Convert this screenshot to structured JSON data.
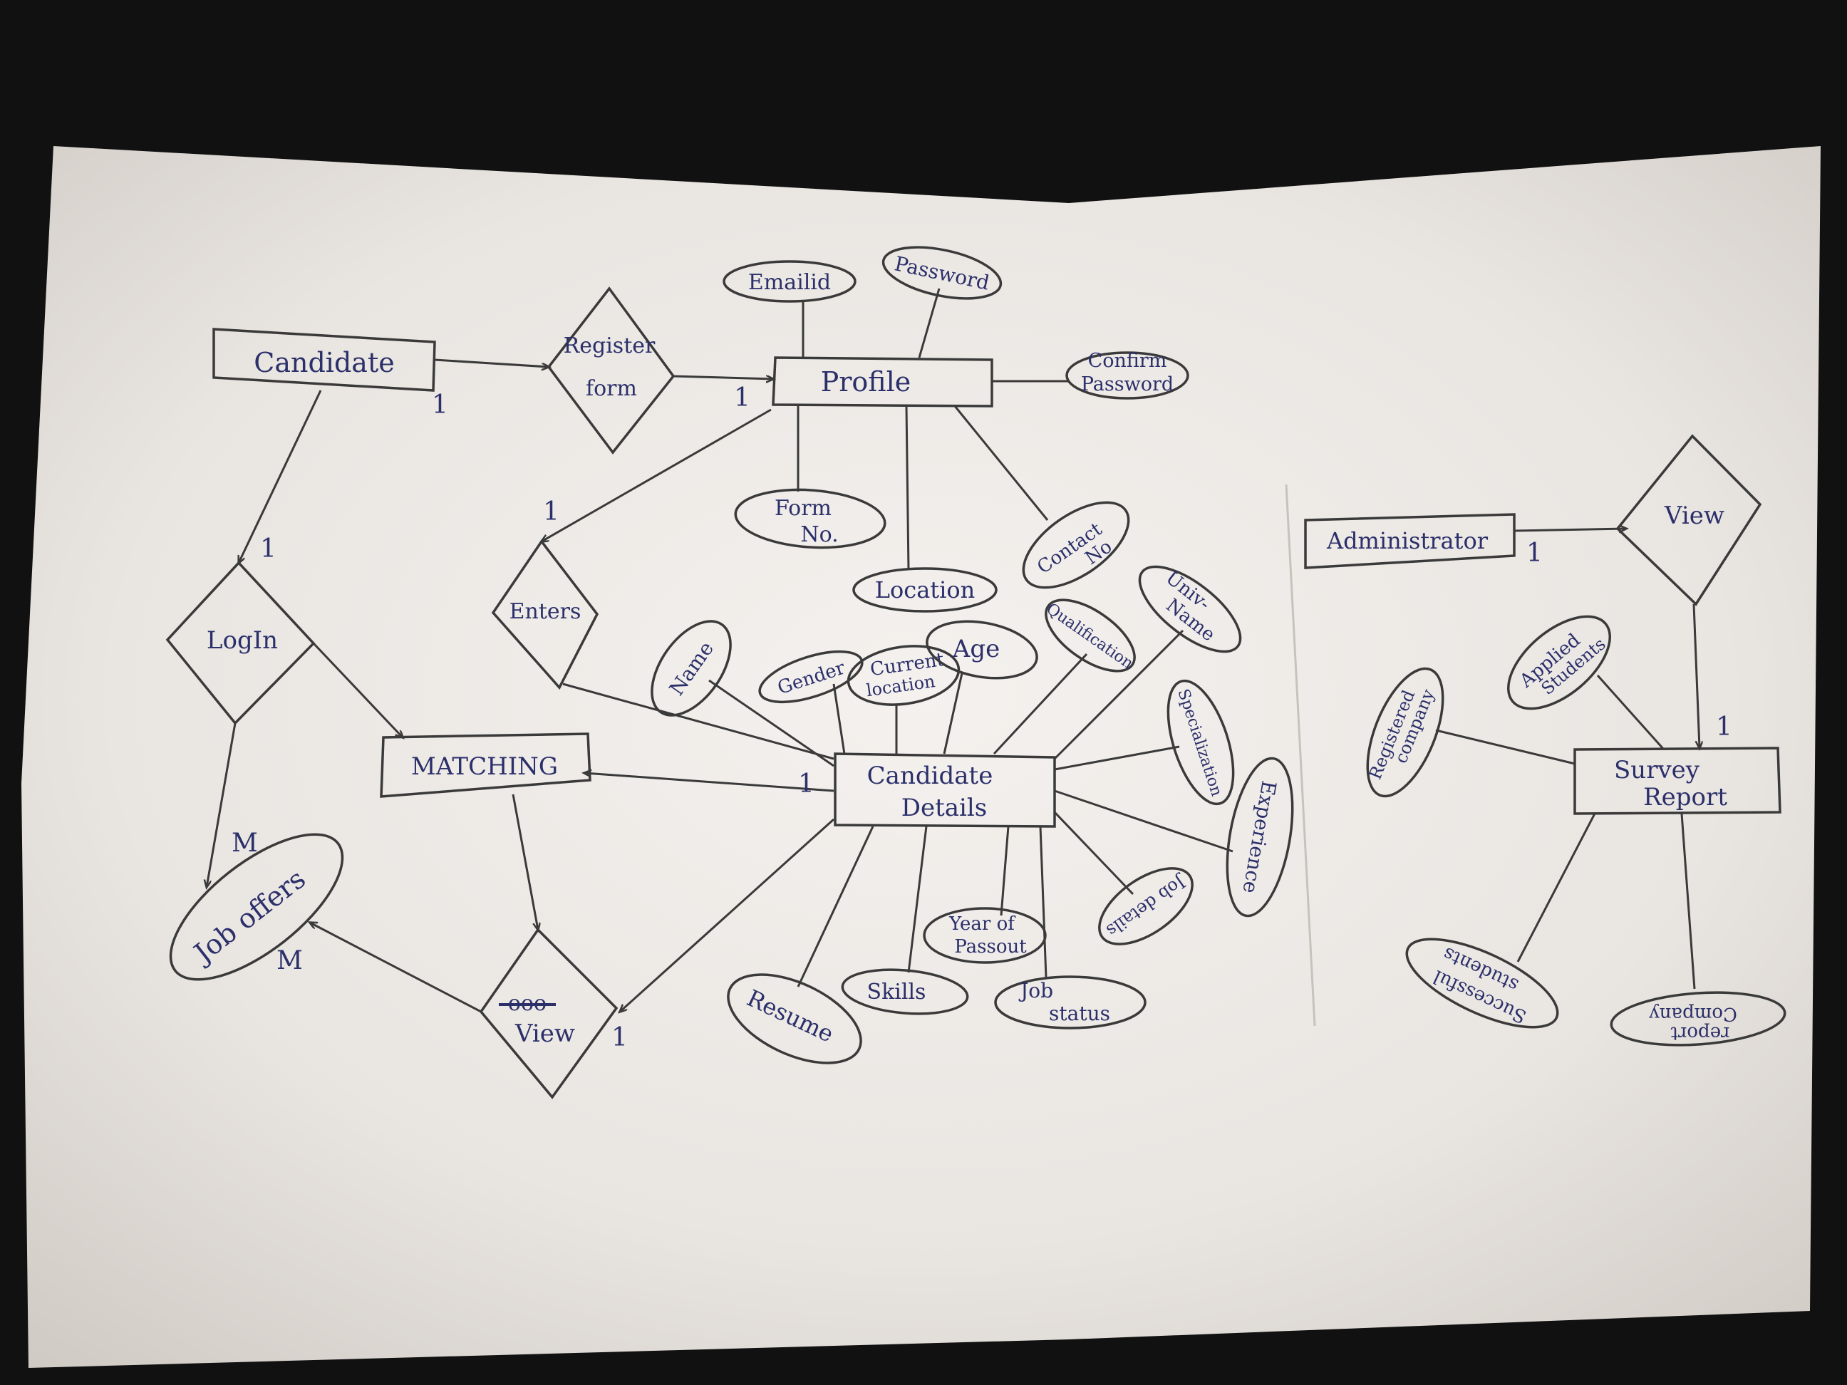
{
  "entities": {
    "candidate": "Candidate",
    "profile": "Profile",
    "matching": "MATCHING",
    "candidate_details": [
      "Candidate",
      "Details"
    ],
    "administrator": "Administrator",
    "survey_report": [
      "Survey",
      "Report"
    ]
  },
  "relationships": {
    "register": [
      "Register",
      "form"
    ],
    "login": "LogIn",
    "enters": "Enters",
    "view_left": "View",
    "view_right": "View"
  },
  "attributes": {
    "emailid": "Emailid",
    "password": "Password",
    "confirm_password": [
      "Confirm",
      "Password"
    ],
    "form_no": [
      "Form",
      "No."
    ],
    "location": "Location",
    "contact_no": [
      "Contact",
      "No"
    ],
    "job_offers": "Job offers",
    "name": "Name",
    "gender": "Gender",
    "current_location": [
      "Current",
      "location"
    ],
    "age": "Age",
    "qualification": "Qualification",
    "univ_name": [
      "Univ-",
      "Name"
    ],
    "specialization": "Specialization",
    "experience": "Experience",
    "job_details": "Job details",
    "year_of_passout": [
      "Year of",
      "Passout"
    ],
    "job_status": [
      "Job",
      "status"
    ],
    "skills": "Skills",
    "resume": "Resume",
    "registered_company": [
      "Registered",
      "company"
    ],
    "applied_students": [
      "Applied",
      "Students"
    ],
    "successful_students": [
      "Successful",
      "students"
    ],
    "company_report": [
      "Company",
      "report"
    ]
  },
  "cardinalities": {
    "c1": "1",
    "c2": "1",
    "c3": "1",
    "c4": "1",
    "c5": "1",
    "c6": "1",
    "c7": "1",
    "c8": "1",
    "m1": "M",
    "m2": "M"
  },
  "colors": {
    "paper": "#ece8e3",
    "ink_line": "#3a3a3a",
    "ink_text": "#2b2f6a",
    "background": "#111111"
  }
}
